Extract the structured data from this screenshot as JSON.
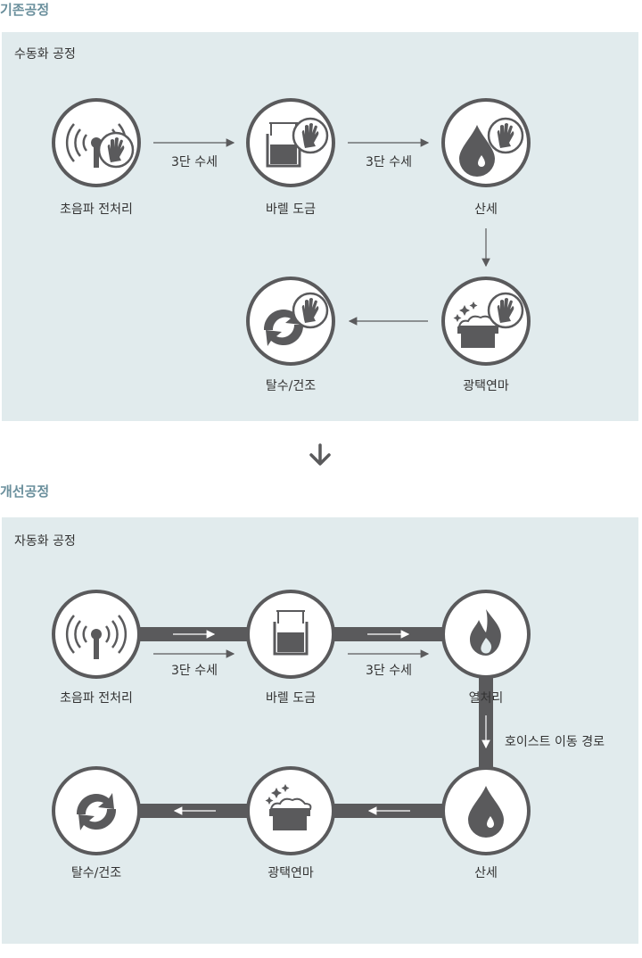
{
  "before": {
    "title": "기존공정",
    "panel_label": "수동화 공정",
    "nodes": {
      "ultrasonic": "초음파 전처리",
      "barrel": "바렐 도금",
      "acid": "산세",
      "polish": "광택연마",
      "dry": "탈수/건조"
    },
    "edges": {
      "e1": "3단 수세",
      "e2": "3단 수세"
    }
  },
  "down_arrow_icon": "arrow-down-icon",
  "after": {
    "title": "개선공정",
    "panel_label": "자동화 공정",
    "nodes": {
      "ultrasonic": "초음파 전처리",
      "barrel": "바렐 도금",
      "heat": "열처리",
      "acid": "산세",
      "polish": "광택연마",
      "dry": "탈수/건조"
    },
    "edges": {
      "e1": "3단 수세",
      "e2": "3단 수세",
      "hoist": "호이스트 이동 경로"
    }
  },
  "colors": {
    "panel": "#e1ebed",
    "icon": "#5a5a5c",
    "title": "#6a8f9c"
  }
}
